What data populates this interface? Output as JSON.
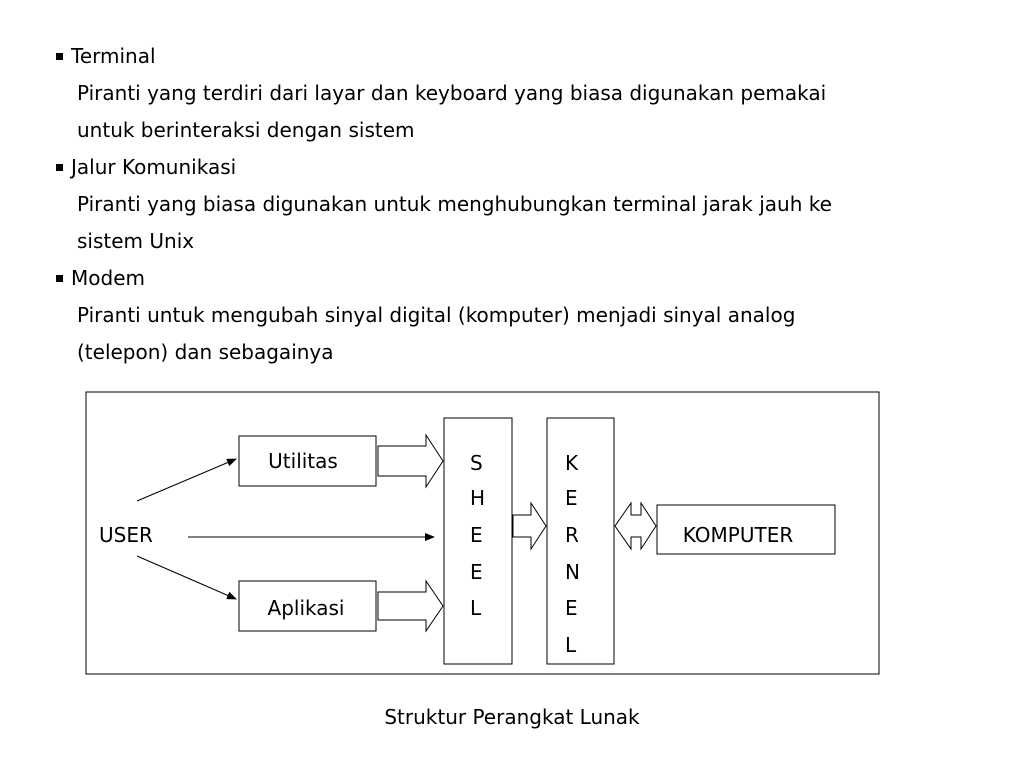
{
  "bullets": [
    {
      "term": "Terminal",
      "lines": [
        "Piranti yang terdiri dari layar dan keyboard yang biasa digunakan pemakai",
        "untuk berinteraksi dengan sistem"
      ]
    },
    {
      "term": "Jalur Komunikasi",
      "lines": [
        "Piranti yang biasa digunakan untuk menghubungkan terminal jarak jauh ke",
        "sistem Unix"
      ]
    },
    {
      "term": "Modem",
      "lines": [
        "Piranti untuk mengubah sinyal digital (komputer) menjadi sinyal analog",
        "(telepon) dan sebagainya"
      ]
    }
  ],
  "diagram": {
    "user": "USER",
    "utilitas": "Utilitas",
    "aplikasi": "Aplikasi",
    "shell_letters": [
      "S",
      "H",
      "E",
      "E",
      "L"
    ],
    "kernel_letters": [
      "K",
      "E",
      "R",
      "N",
      "E",
      "L"
    ],
    "komputer": "KOMPUTER"
  },
  "caption": "Struktur Perangkat Lunak"
}
